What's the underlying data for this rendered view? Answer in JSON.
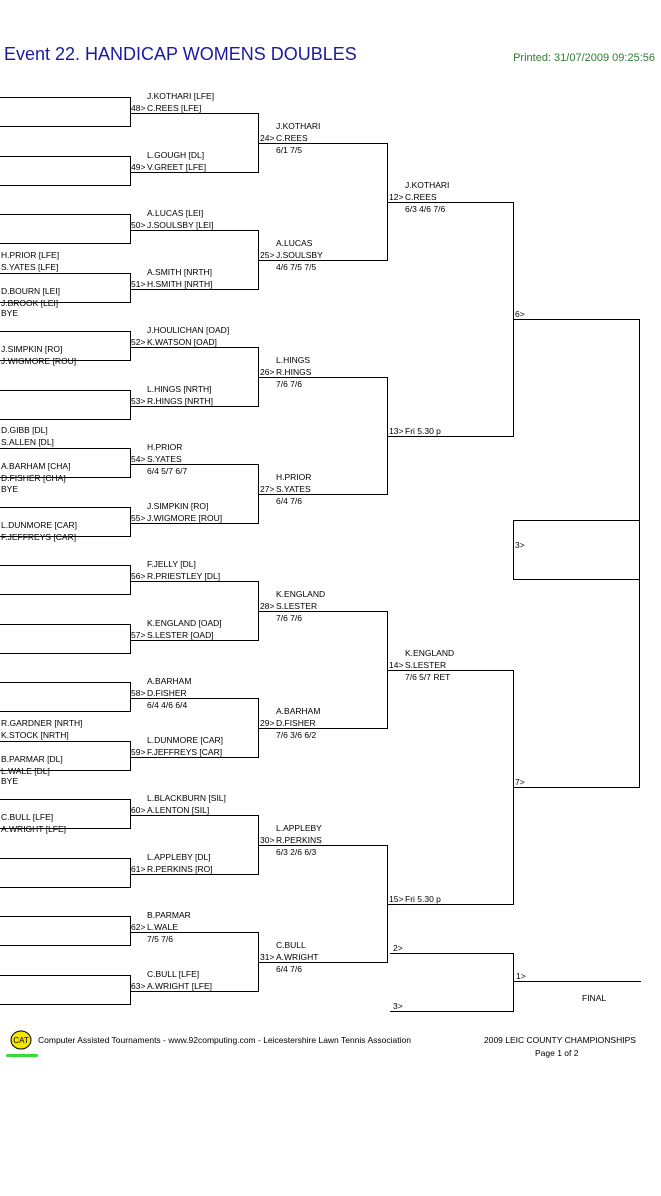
{
  "header": {
    "title": "Event 22. HANDICAP  WOMENS DOUBLES",
    "printed": "Printed: 31/07/2009 09:25:56"
  },
  "colors": {
    "title": "#1a1aa0",
    "printed": "#2e7d32",
    "logo_fill": "#f5e600",
    "logo_underline": "#33dd33"
  },
  "round1": {
    "entries": [
      {
        "p1": "",
        "p2": ""
      },
      {
        "p1": "",
        "p2": ""
      },
      {
        "p1": "",
        "p2": ""
      },
      {
        "p1": "",
        "p2": ""
      },
      {
        "p1": "",
        "p2": ""
      },
      {
        "p1": "",
        "p2": ""
      },
      {
        "p1": "H.PRIOR [LFE]",
        "p2": "S.YATES [LFE]"
      },
      {
        "p1": "D.BOURN [LEI]",
        "p2": "J.BROOK [LEI]"
      },
      {
        "p1": "BYE",
        "p2": ""
      },
      {
        "p1": "J.SIMPKIN [RO]",
        "p2": "J.WIGMORE [ROU]"
      },
      {
        "p1": "",
        "p2": ""
      },
      {
        "p1": "",
        "p2": ""
      },
      {
        "p1": "D.GIBB [DL]",
        "p2": "S.ALLEN [DL]"
      },
      {
        "p1": "A.BARHAM [CHA]",
        "p2": "D.FISHER [CHA]"
      },
      {
        "p1": "BYE",
        "p2": ""
      },
      {
        "p1": "L.DUNMORE [CAR]",
        "p2": "F.JEFFREYS [CAR]"
      },
      {
        "p1": "",
        "p2": ""
      },
      {
        "p1": "",
        "p2": ""
      },
      {
        "p1": "",
        "p2": ""
      },
      {
        "p1": "",
        "p2": ""
      },
      {
        "p1": "",
        "p2": ""
      },
      {
        "p1": "",
        "p2": ""
      },
      {
        "p1": "R.GARDNER [NRTH]",
        "p2": "K.STOCK [NRTH]"
      },
      {
        "p1": "B.PARMAR [DL]",
        "p2": "L.WALE [DL]"
      },
      {
        "p1": "BYE",
        "p2": ""
      },
      {
        "p1": "C.BULL [LFE]",
        "p2": "A.WRIGHT [LFE]"
      }
    ]
  },
  "round2": {
    "matches": [
      {
        "p1": "J.KOTHARI [LFE]",
        "p2": "C.REES [LFE]",
        "num": "48>",
        "score": ""
      },
      {
        "p1": "L.GOUGH [DL]",
        "p2": "V.GREET [LFE]",
        "num": "49>",
        "score": ""
      },
      {
        "p1": "A.LUCAS [LEI]",
        "p2": "J.SOULSBY [LEI]",
        "num": "50>",
        "score": ""
      },
      {
        "p1": "A.SMITH [NRTH]",
        "p2": "H.SMITH [NRTH]",
        "num": "51>",
        "score": ""
      },
      {
        "p1": "J.HOULICHAN [OAD]",
        "p2": "K.WATSON [OAD]",
        "num": "52>",
        "score": ""
      },
      {
        "p1": "L.HINGS [NRTH]",
        "p2": "R.HINGS [NRTH]",
        "num": "53>",
        "score": ""
      },
      {
        "p1": "H.PRIOR",
        "p2": "S.YATES",
        "num": "54>",
        "score": "6/4 5/7 6/7"
      },
      {
        "p1": "J.SIMPKIN [RO]",
        "p2": "J.WIGMORE [ROU]",
        "num": "55>",
        "score": ""
      },
      {
        "p1": "F.JELLY [DL]",
        "p2": "R.PRIESTLEY [DL]",
        "num": "56>",
        "score": ""
      },
      {
        "p1": "K.ENGLAND [OAD]",
        "p2": "S.LESTER [OAD]",
        "num": "57>",
        "score": ""
      },
      {
        "p1": "A.BARHAM",
        "p2": "D.FISHER",
        "num": "58>",
        "score": "6/4 4/6 6/4"
      },
      {
        "p1": "L.DUNMORE [CAR]",
        "p2": "F.JEFFREYS [CAR]",
        "num": "59>",
        "score": ""
      },
      {
        "p1": "L.BLACKBURN [SIL]",
        "p2": "A.LENTON [SIL]",
        "num": "60>",
        "score": ""
      },
      {
        "p1": "L.APPLEBY [DL]",
        "p2": "R.PERKINS [RO]",
        "num": "61>",
        "score": ""
      },
      {
        "p1": "B.PARMAR",
        "p2": "L.WALE",
        "num": "62>",
        "score": "7/5 7/6"
      },
      {
        "p1": "C.BULL [LFE]",
        "p2": "A.WRIGHT [LFE]",
        "num": "63>",
        "score": ""
      }
    ]
  },
  "round3": {
    "matches": [
      {
        "p1": "J.KOTHARI",
        "p2": "C.REES",
        "num": "24>",
        "score": "6/1 7/5"
      },
      {
        "p1": "A.LUCAS",
        "p2": "J.SOULSBY",
        "num": "25>",
        "score": "4/6 7/5 7/5"
      },
      {
        "p1": "L.HINGS",
        "p2": "R.HINGS",
        "num": "26>",
        "score": "7/6 7/6"
      },
      {
        "p1": "H.PRIOR",
        "p2": "S.YATES",
        "num": "27>",
        "score": "6/4 7/6"
      },
      {
        "p1": "K.ENGLAND",
        "p2": "S.LESTER",
        "num": "28>",
        "score": "7/6 7/6"
      },
      {
        "p1": "A.BARHAM",
        "p2": "D.FISHER",
        "num": "29>",
        "score": "7/6 3/6 6/2"
      },
      {
        "p1": "L.APPLEBY",
        "p2": "R.PERKINS",
        "num": "30>",
        "score": "6/3 2/6 6/3"
      },
      {
        "p1": "C.BULL",
        "p2": "A.WRIGHT",
        "num": "31>",
        "score": "6/4 7/6"
      }
    ]
  },
  "round4": {
    "matches": [
      {
        "p1": "J.KOTHARI",
        "p2": "C.REES",
        "num": "12>",
        "score": "6/3 4/6 7/6"
      },
      {
        "p1": "",
        "p2": "Fri 5.30 p",
        "num": "13>",
        "score": ""
      },
      {
        "p1": "K.ENGLAND",
        "p2": "S.LESTER",
        "num": "14>",
        "score": "7/6 5/7 RET"
      },
      {
        "p1": "",
        "p2": "Fri 5.30 p",
        "num": "15>",
        "score": ""
      }
    ]
  },
  "round5": {
    "matches": [
      {
        "num": "6>"
      },
      {
        "num": "7>"
      }
    ]
  },
  "round6": {
    "matches": [
      {
        "num": "3>"
      },
      {
        "num": "2>"
      }
    ]
  },
  "final": {
    "top_num": "2>",
    "bottom_num": "3>",
    "winner_num": "1>",
    "label": "FINAL"
  },
  "footer": {
    "logo_text": "CAT",
    "credits": "Computer Assisted Tournaments - www.92computing.com -  Leicestershire Lawn Tennis Association",
    "championship": "2009 LEIC COUNTY CHAMPIONSHIPS",
    "page": "Page 1 of 2"
  }
}
